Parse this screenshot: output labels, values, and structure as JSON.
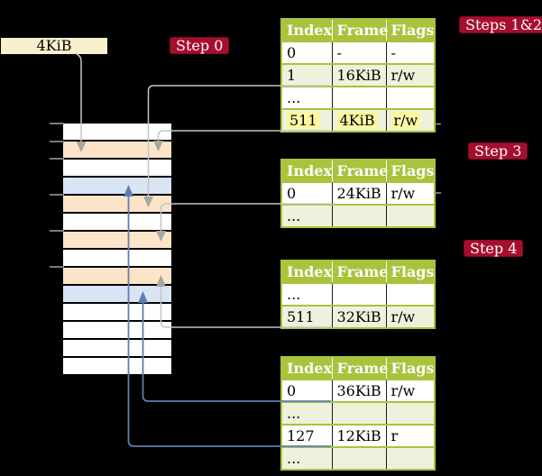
{
  "frame_box": {
    "label": "4KiB"
  },
  "steps": {
    "step0": "Step 0",
    "steps12": "Steps 1&2",
    "step3": "Step 3",
    "step4": "Step 4"
  },
  "memory": {
    "row_colors": [
      "white",
      "peach",
      "white",
      "blue",
      "peach",
      "white",
      "peach",
      "white",
      "peach",
      "blue",
      "white",
      "white",
      "white",
      "white"
    ]
  },
  "tables": [
    {
      "name": "page-table-steps-1-2",
      "columns": [
        "Index",
        "Frame",
        "Flags"
      ],
      "rows": [
        {
          "cells": [
            "0",
            "-",
            "-"
          ],
          "shaded": false,
          "highlighted": false
        },
        {
          "cells": [
            "1",
            "16KiB",
            "r/w"
          ],
          "shaded": true,
          "highlighted": false
        },
        {
          "cells": [
            "...",
            "",
            ""
          ],
          "shaded": false,
          "highlighted": false
        },
        {
          "cells": [
            "511",
            "4KiB",
            "r/w"
          ],
          "shaded": true,
          "highlighted": true
        }
      ]
    },
    {
      "name": "page-table-step-3",
      "columns": [
        "Index",
        "Frame",
        "Flags"
      ],
      "rows": [
        {
          "cells": [
            "0",
            "24KiB",
            "r/w"
          ],
          "shaded": false,
          "highlighted": false
        },
        {
          "cells": [
            "...",
            "",
            ""
          ],
          "shaded": true,
          "highlighted": false
        }
      ]
    },
    {
      "name": "page-table-step-4",
      "columns": [
        "Index",
        "Frame",
        "Flags"
      ],
      "rows": [
        {
          "cells": [
            "...",
            "",
            ""
          ],
          "shaded": false,
          "highlighted": false
        },
        {
          "cells": [
            "511",
            "32KiB",
            "r/w"
          ],
          "shaded": true,
          "highlighted": false
        }
      ]
    },
    {
      "name": "page-table-final",
      "columns": [
        "Index",
        "Frame",
        "Flags"
      ],
      "rows": [
        {
          "cells": [
            "0",
            "36KiB",
            "r/w"
          ],
          "shaded": false,
          "highlighted": false
        },
        {
          "cells": [
            "...",
            "",
            ""
          ],
          "shaded": true,
          "highlighted": false
        },
        {
          "cells": [
            "127",
            "12KiB",
            "r"
          ],
          "shaded": false,
          "highlighted": false
        },
        {
          "cells": [
            "...",
            "",
            ""
          ],
          "shaded": true,
          "highlighted": false
        }
      ]
    }
  ],
  "colors": {
    "background": "#000000",
    "table_header_green": "#a9c33c",
    "table_row_shaded": "#eef2dd",
    "highlight_yellow": "#fdf7a1",
    "frame_white": "#ffffff",
    "frame_peach": "#fce4c8",
    "frame_blue": "#d9e4f4",
    "label_red": "#a60e2e",
    "box_cream": "#fbf0ce",
    "arrow_gray": "#c5c5c5",
    "arrowhead_gray": "#a6a6a6",
    "arrow_blue": "#5d7eb2"
  }
}
